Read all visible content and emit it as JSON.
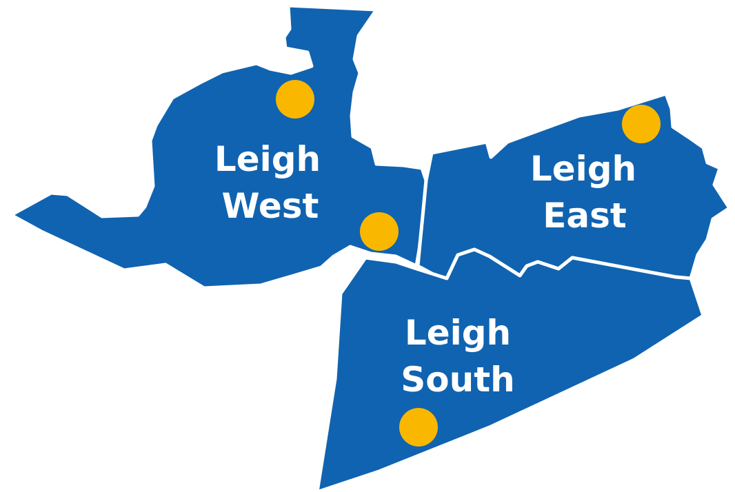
{
  "map": {
    "colors": {
      "region_fill": "#1063b0",
      "border": "#ffffff",
      "marker": "#f9b700",
      "label": "#ffffff"
    },
    "regions": [
      {
        "id": "leigh-west",
        "label_line1": "Leigh",
        "label_line2": "West",
        "marker_count": 2
      },
      {
        "id": "leigh-east",
        "label_line1": "Leigh",
        "label_line2": "East",
        "marker_count": 1
      },
      {
        "id": "leigh-south",
        "label_line1": "Leigh",
        "label_line2": "South",
        "marker_count": 1
      }
    ]
  }
}
